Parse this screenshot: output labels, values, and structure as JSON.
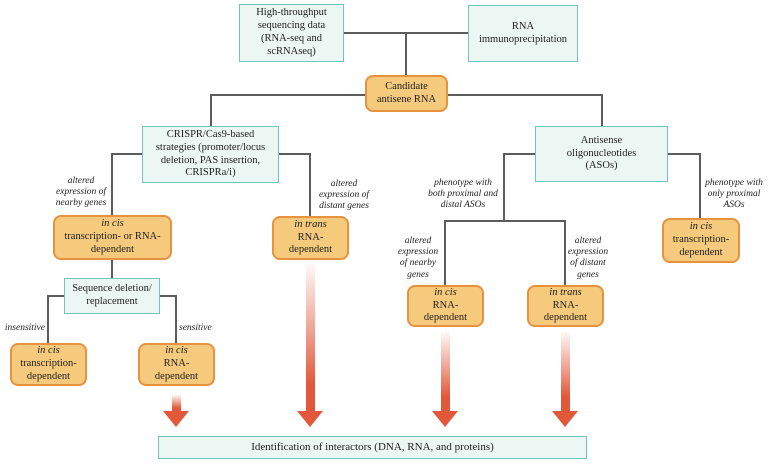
{
  "nodes": {
    "hts": {
      "lines": [
        "High-throughput",
        "sequencing data",
        "(RNA-seq and",
        "scRNAseq)"
      ]
    },
    "rip": {
      "lines": [
        "RNA",
        "immunoprecipitation"
      ]
    },
    "candidate": {
      "lines": [
        "Candidate",
        "antisene RNA"
      ]
    },
    "crispr": {
      "lines": [
        "CRISPR/Cas9-based",
        "strategies (promoter/locus",
        "deletion, PAS insertion,",
        "CRISPRa/i)"
      ]
    },
    "aso": {
      "lines": [
        "Antisense",
        "oligonucleotides",
        "(ASOs)"
      ]
    },
    "cis_txn_rna": {
      "italic": "in cis",
      "lines": [
        "transcription- or RNA-",
        "dependent"
      ]
    },
    "trans_rna_left": {
      "italic": "in trans",
      "lines": [
        "RNA-",
        "dependent"
      ]
    },
    "seq_del": {
      "lines": [
        "Sequence deletion/",
        "replacement"
      ]
    },
    "cis_txn_bl": {
      "italic": "in cis",
      "lines": [
        "transcription-",
        "dependent"
      ]
    },
    "cis_rna_bl": {
      "italic": "in cis",
      "lines": [
        "RNA-",
        "dependent"
      ]
    },
    "cis_rna_right": {
      "italic": "in cis",
      "lines": [
        "RNA-",
        "dependent"
      ]
    },
    "trans_rna_right": {
      "italic": "in trans",
      "lines": [
        "RNA-",
        "dependent"
      ]
    },
    "cis_txn_right": {
      "italic": "in cis",
      "lines": [
        "transcription-",
        "dependent"
      ]
    },
    "identification": {
      "text": "Identification of interactors (DNA, RNA, and proteins)"
    }
  },
  "labels": {
    "altered_nearby_left": {
      "lines": [
        "altered",
        "expression of",
        "nearby genes"
      ]
    },
    "altered_distant_left": {
      "lines": [
        "altered",
        "expression of",
        "distant genes"
      ]
    },
    "insensitive": {
      "text": "insensitive"
    },
    "sensitive": {
      "text": "sensitive"
    },
    "phenotype_both": {
      "lines": [
        "phenotype with",
        "both proximal and",
        "distal ASOs"
      ]
    },
    "altered_nearby_right": {
      "lines": [
        "altered",
        "expression",
        "of nearby",
        "genes"
      ]
    },
    "altered_distant_right": {
      "lines": [
        "altered",
        "expression",
        "of distant",
        "genes"
      ]
    },
    "phenotype_proximal": {
      "lines": [
        "phenotype with",
        "only proximal",
        "ASOs"
      ]
    }
  },
  "colors": {
    "orange_box_fill": "#f5ca7c",
    "orange_box_border": "#e7923e",
    "teal_box_fill": "#ecf6f2",
    "teal_box_border": "#6ec6bc",
    "arrow": "#e2583a",
    "connector": "#5c5c5c",
    "text": "#1e1e1e"
  }
}
